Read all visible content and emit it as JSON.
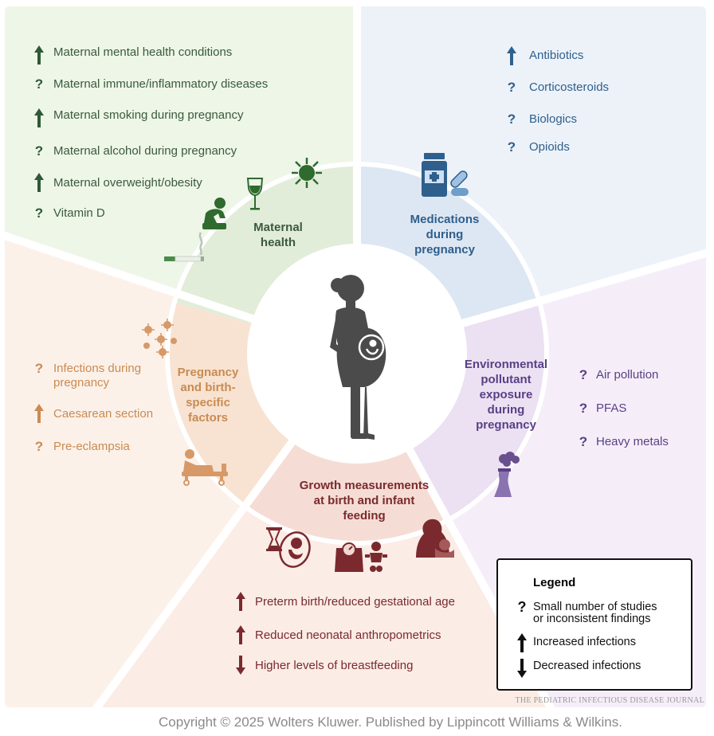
{
  "colors": {
    "green": "#3a5a3c",
    "blue": "#2f5f8c",
    "purple": "#5a3f86",
    "orange": "#c98b52",
    "red": "#7a2a2e",
    "legend": "#111111"
  },
  "sections": {
    "maternal": {
      "title_line1": "Maternal",
      "title_line2": "health",
      "items": [
        {
          "indicator": "up",
          "label": "Maternal mental health conditions"
        },
        {
          "indicator": "question",
          "label": "Maternal immune/inflammatory diseases"
        },
        {
          "indicator": "up",
          "label": "Maternal smoking during pregnancy"
        },
        {
          "indicator": "question",
          "label": "Maternal alcohol during pregnancy"
        },
        {
          "indicator": "up",
          "label": "Maternal overweight/obesity"
        },
        {
          "indicator": "question",
          "label": "Vitamin D"
        }
      ],
      "icons": [
        "sun-icon",
        "wine-glass-icon",
        "distressed-person-icon",
        "cigarette-icon"
      ]
    },
    "medications": {
      "title_line1": "Medications",
      "title_line2": "during",
      "title_line3": "pregnancy",
      "items": [
        {
          "indicator": "up",
          "label": "Antibiotics"
        },
        {
          "indicator": "question",
          "label": "Corticosteroids"
        },
        {
          "indicator": "question",
          "label": "Biologics"
        },
        {
          "indicator": "question",
          "label": "Opioids"
        }
      ],
      "icons": [
        "medicine-bottle-icon",
        "capsule-icon"
      ]
    },
    "environment": {
      "title_line1": "Environmental",
      "title_line2": "pollutant",
      "title_line3": "exposure",
      "title_line4": "during",
      "title_line5": "pregnancy",
      "items": [
        {
          "indicator": "question",
          "label": "Air pollution"
        },
        {
          "indicator": "question",
          "label": "PFAS"
        },
        {
          "indicator": "question",
          "label": "Heavy metals"
        }
      ],
      "icons": [
        "factory-chimney-icon"
      ]
    },
    "pregnancy": {
      "title_line1": "Pregnancy",
      "title_line2": "and birth-",
      "title_line3": "specific",
      "title_line4": "factors",
      "items": [
        {
          "indicator": "question",
          "label_line1": "Infections during",
          "label_line2": "pregnancy"
        },
        {
          "indicator": "up",
          "label": "Caesarean section"
        },
        {
          "indicator": "question",
          "label": "Pre-eclampsia"
        }
      ],
      "icons": [
        "virus-cluster-icon",
        "hospital-bed-icon"
      ]
    },
    "growth": {
      "title_line1": "Growth measurements",
      "title_line2": "at birth and infant",
      "title_line3": "feeding",
      "items": [
        {
          "indicator": "up",
          "label": "Preterm birth/reduced gestational age"
        },
        {
          "indicator": "up",
          "label": "Reduced neonatal anthropometrics"
        },
        {
          "indicator": "down",
          "label": "Higher levels of breastfeeding"
        }
      ],
      "icons": [
        "hourglass-icon",
        "fetus-icon",
        "baby-scale-icon",
        "breastfeeding-icon"
      ]
    }
  },
  "center_icon": "pregnant-woman-icon",
  "legend": {
    "title": "Legend",
    "question_line1": "Small number of studies",
    "question_line2": "or inconsistent findings",
    "up_label": "Increased infections",
    "down_label": "Decreased infections"
  },
  "journal": "THE PEDIATRIC INFECTIOUS DISEASE JOURNAL",
  "copyright": "Copyright © 2025 Wolters Kluwer. Published by Lippincott Williams & Wilkins."
}
